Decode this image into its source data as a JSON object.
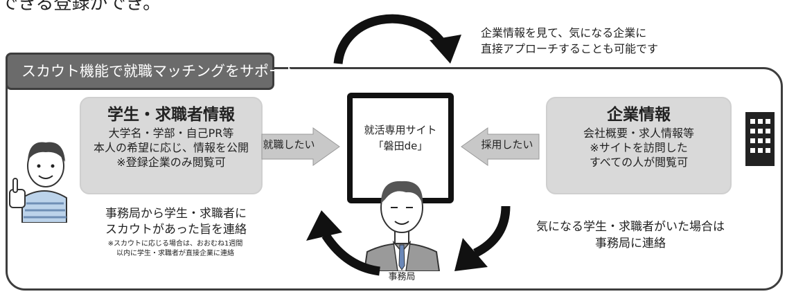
{
  "top_fragment": "できる登録ができ。",
  "top_note": [
    "企業情報を見て、気になる企業に",
    "直接アプローチすることも可能です"
  ],
  "scout_tab": "スカウト機能で就職マッチングをサポート",
  "student_box": {
    "title": "学生・求職者情報",
    "lines": [
      "大学名・学部・自己PR等",
      "本人の希望に応じ、情報を公開",
      "※登録企業のみ閲覧可"
    ]
  },
  "company_box": {
    "title": "企業情報",
    "lines": [
      "会社概要・求人情報等",
      "※サイトを訪問した",
      "すべての人が閲覧可"
    ]
  },
  "site": {
    "title": "就活専用サイト",
    "name": "「磐田de」"
  },
  "arrow_left_label": "就職したい",
  "arrow_right_label": "採用したい",
  "student_contact": [
    "事務局から学生・求職者に",
    "スカウトがあった旨を連絡"
  ],
  "student_note": [
    "※スカウトに応じる場合は、おおむね1週間",
    "以内に学生・求職者が直接企業に連絡"
  ],
  "company_contact": [
    "気になる学生・求職者がいた場合は",
    "事務局に連絡"
  ],
  "office_label": "事務局",
  "colors": {
    "tab": "#6b6b6b",
    "box": "#d9d9d9",
    "arrow": "#c8c8c8",
    "border": "#3d3d3d"
  }
}
